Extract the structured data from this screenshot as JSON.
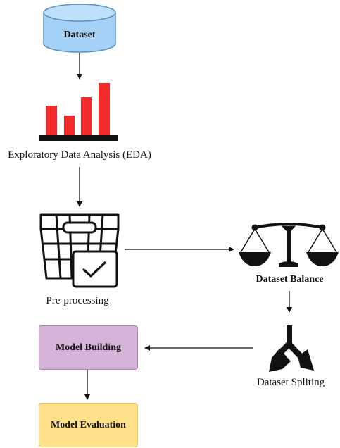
{
  "nodes": {
    "dataset": {
      "label": "Dataset",
      "color": "#a6d1f7"
    },
    "eda": {
      "label": "Exploratory Data Analysis (EDA)"
    },
    "preprocessing": {
      "label": "Pre-processing"
    },
    "balance": {
      "label": "Dataset Balance"
    },
    "spliting": {
      "label": "Dataset Spliting"
    },
    "building": {
      "label": "Model Building",
      "color": "#d6b3d9"
    },
    "evaluation": {
      "label": "Model Evaluation",
      "color": "#fde089"
    }
  },
  "colors": {
    "bars": "#f22a2a",
    "ink": "#111111"
  },
  "icons": [
    "database-icon",
    "bar-chart-icon",
    "checklist-basket-icon",
    "balance-scale-icon",
    "split-arrows-icon"
  ]
}
